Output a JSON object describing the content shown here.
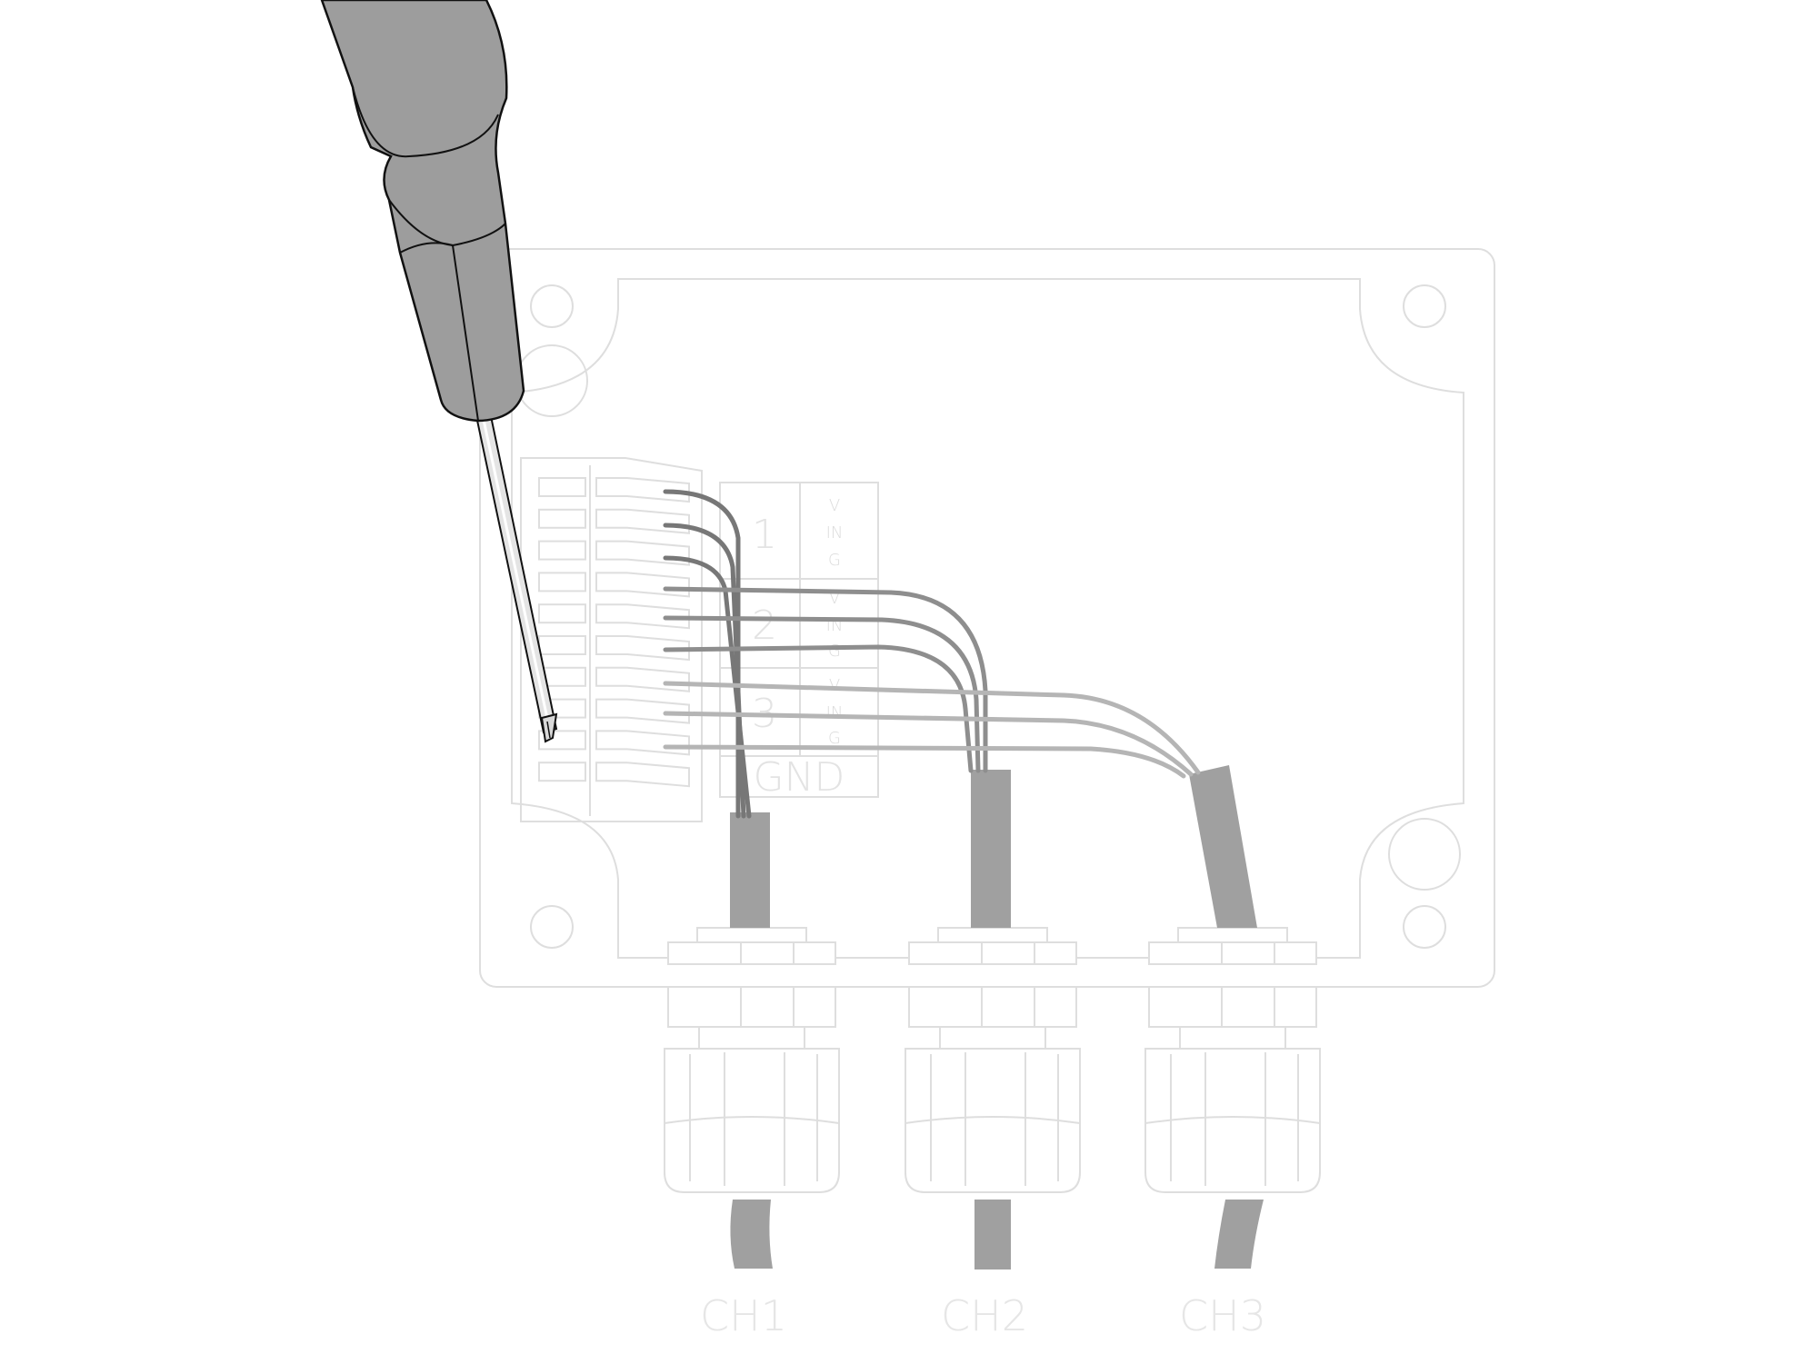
{
  "terminal_block": {
    "group_numbers": [
      "1",
      "2",
      "3"
    ],
    "pin_letters": [
      "V",
      "IN",
      "G"
    ],
    "ground_label": "GND"
  },
  "channels": [
    {
      "label": "CH1"
    },
    {
      "label": "CH2"
    },
    {
      "label": "CH3"
    }
  ],
  "colors": {
    "tool": "#9d9d9d",
    "cable": "#a0a0a0",
    "wire_ch1": "#777777",
    "wire_ch2": "#8e8e8e",
    "wire_ch3": "#b5b5b5",
    "faint_outline": "#dedede"
  },
  "icons": [
    "screwdriver-icon",
    "junction-box-icon",
    "cable-gland-icon"
  ]
}
